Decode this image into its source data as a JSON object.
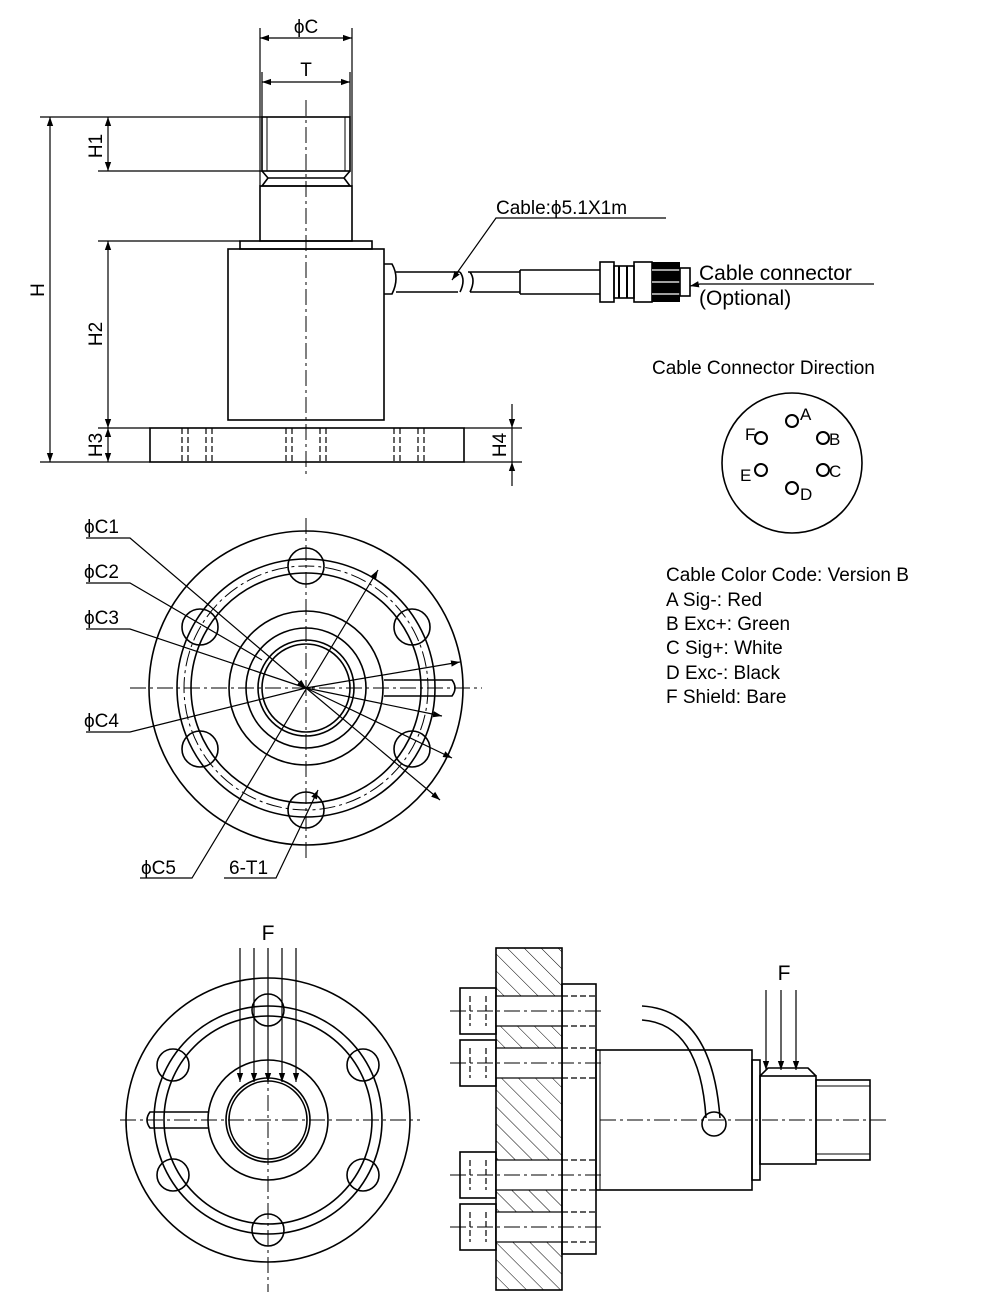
{
  "dimension_labels": {
    "phi_c": "ϕC",
    "t": "T",
    "h": "H",
    "h1": "H1",
    "h2": "H2",
    "h3": "H3",
    "h4": "H4",
    "phi_c1": "ϕC1",
    "phi_c2": "ϕC2",
    "phi_c3": "ϕC3",
    "phi_c4": "ϕC4",
    "phi_c5": "ϕC5",
    "six_t1": "6-T1"
  },
  "cable_label": "Cable:ϕ5.1X1m",
  "connector_label": "Cable connector",
  "connector_optional": "(Optional)",
  "connector_direction": {
    "title": "Cable Connector Direction",
    "pins": [
      "A",
      "B",
      "C",
      "D",
      "E",
      "F"
    ]
  },
  "color_code": {
    "title": "Cable Color Code: Version B",
    "lines": [
      "A Sig-: Red",
      "B Exc+: Green",
      "C Sig+: White",
      "D Exc-: Black",
      "F Shield: Bare"
    ]
  },
  "force_labels": [
    "F",
    "F"
  ]
}
